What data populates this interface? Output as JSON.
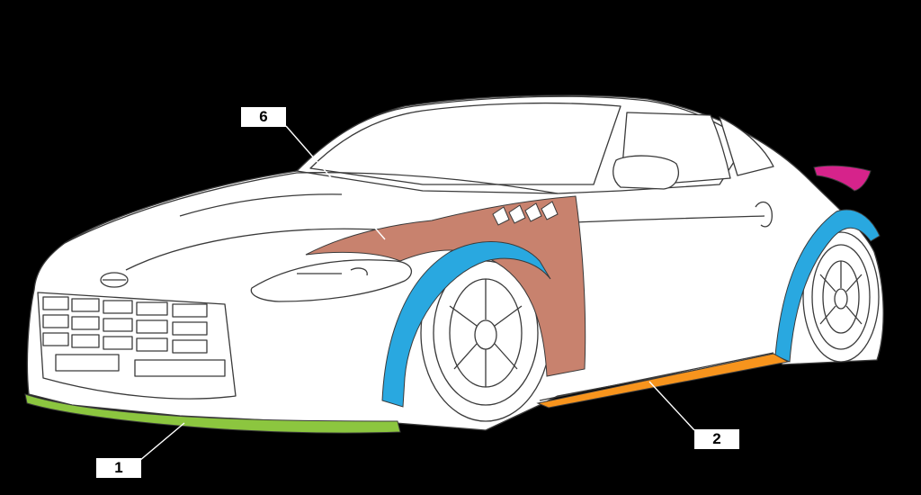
{
  "callouts": {
    "front_lip": "1",
    "side_skirts": "2",
    "front_fender": "6"
  },
  "colors": {
    "background": "#000000",
    "body": "#ffffff",
    "outline": "#3a3a3a",
    "front_lip": "#8cc63f",
    "side_skirts": "#f7941d",
    "front_fender": "#c8826e",
    "fender_flares": "#29a8e0",
    "rear_spoiler": "#d6238b"
  }
}
